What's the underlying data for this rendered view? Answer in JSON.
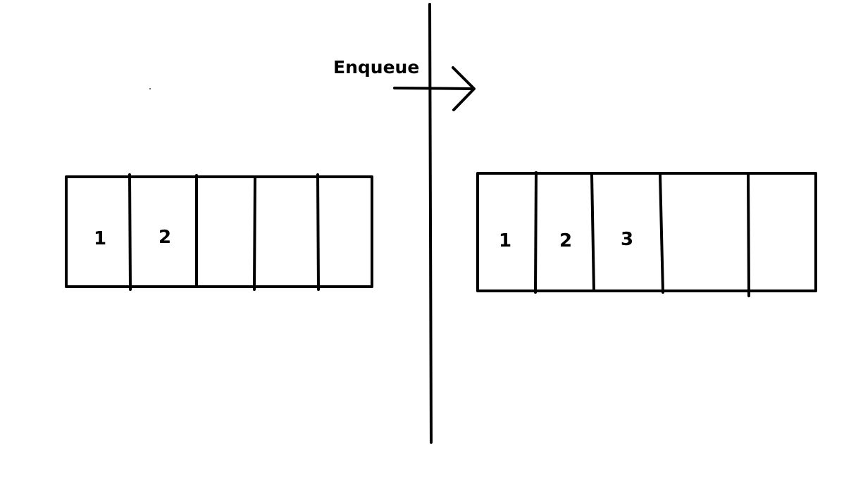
{
  "operation": {
    "label": "Enqueue"
  },
  "queues": {
    "before": {
      "cells": [
        "1",
        "2",
        "",
        "",
        ""
      ]
    },
    "after": {
      "cells": [
        "1",
        "2",
        "3",
        "",
        ""
      ]
    }
  },
  "colors": {
    "ink": "#000000",
    "background": "#ffffff"
  }
}
